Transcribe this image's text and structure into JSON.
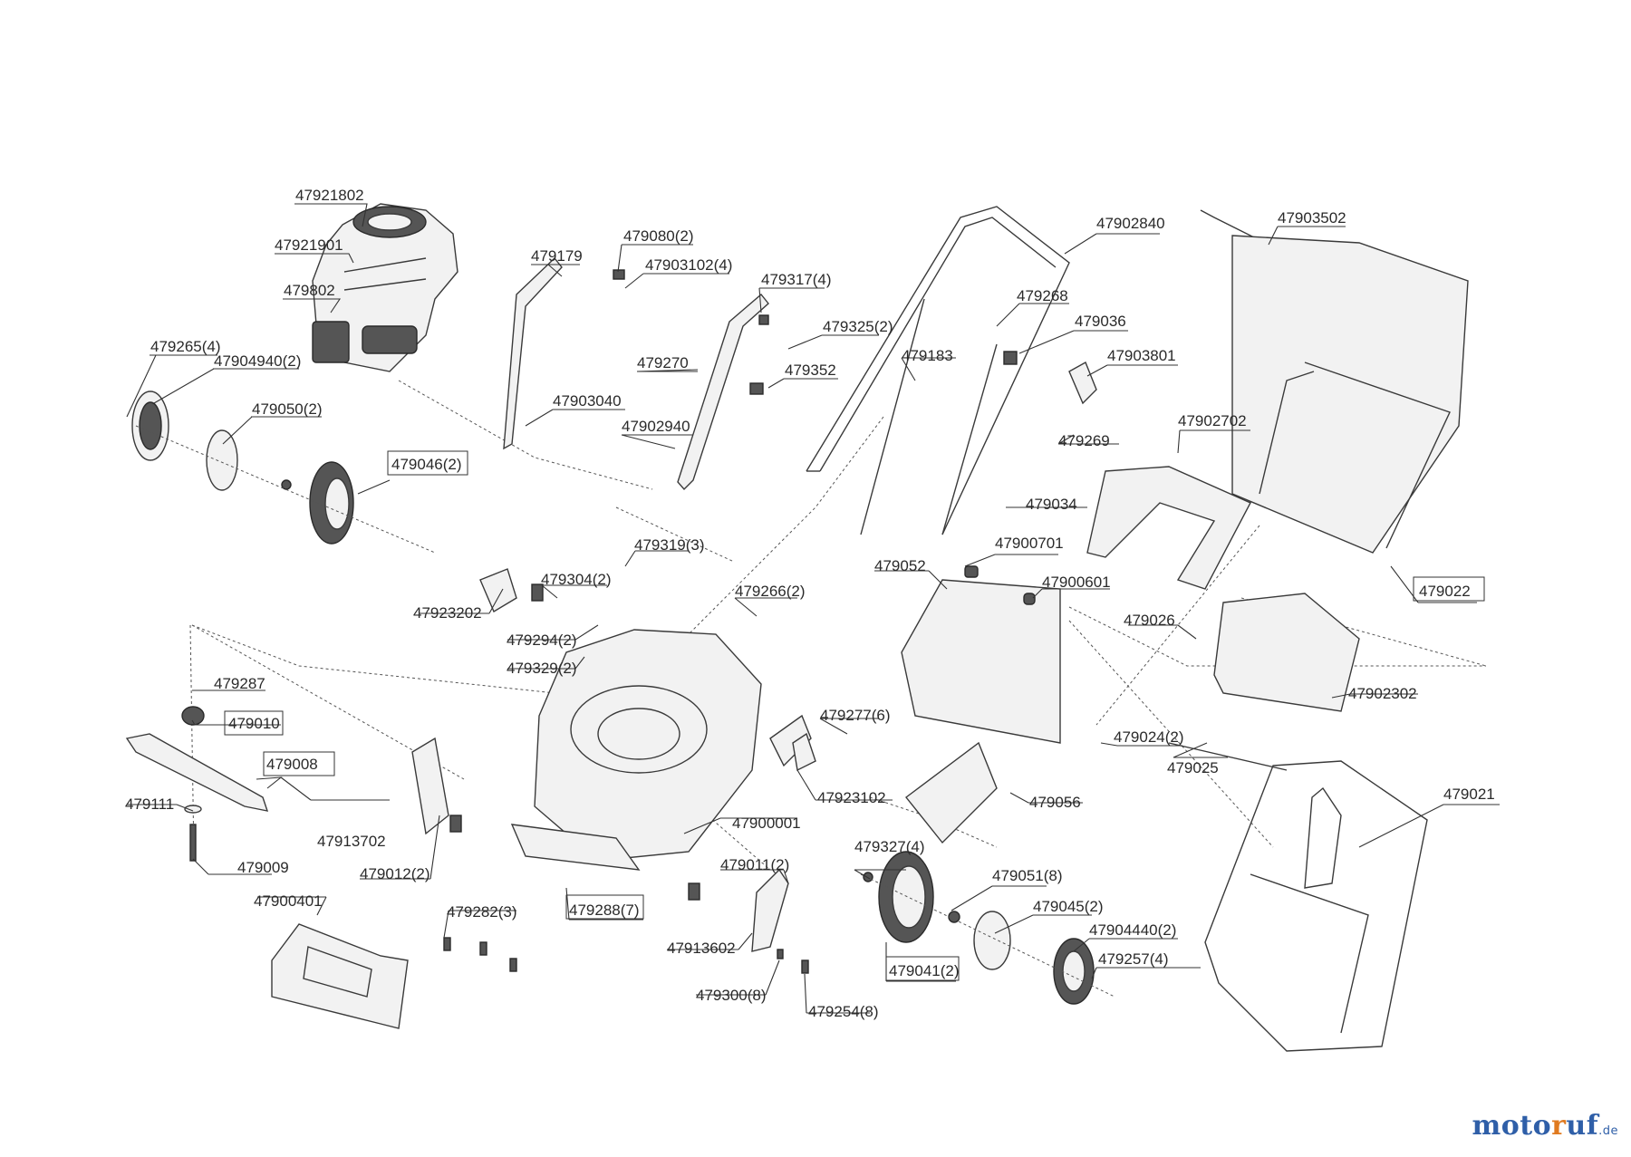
{
  "diagram": {
    "labels": [
      {
        "id": "l01",
        "text": "47921802"
      },
      {
        "id": "l02",
        "text": "47921901"
      },
      {
        "id": "l03",
        "text": "479802"
      },
      {
        "id": "l04",
        "text": "479265(4)"
      },
      {
        "id": "l05",
        "text": "47904940(2)"
      },
      {
        "id": "l06",
        "text": "479050(2)"
      },
      {
        "id": "l07",
        "text": "479046(2)"
      },
      {
        "id": "l08",
        "text": "479179"
      },
      {
        "id": "l09",
        "text": "479080(2)"
      },
      {
        "id": "l10",
        "text": "47903102(4)"
      },
      {
        "id": "l11",
        "text": "479317(4)"
      },
      {
        "id": "l12",
        "text": "479325(2)"
      },
      {
        "id": "l13",
        "text": "479270"
      },
      {
        "id": "l14",
        "text": "479352"
      },
      {
        "id": "l15",
        "text": "47903040"
      },
      {
        "id": "l16",
        "text": "47902940"
      },
      {
        "id": "l17",
        "text": "47902840"
      },
      {
        "id": "l18",
        "text": "47903502"
      },
      {
        "id": "l19",
        "text": "479268"
      },
      {
        "id": "l20",
        "text": "479036"
      },
      {
        "id": "l21",
        "text": "479183"
      },
      {
        "id": "l22",
        "text": "47903801"
      },
      {
        "id": "l23",
        "text": "479269"
      },
      {
        "id": "l24",
        "text": "47902702"
      },
      {
        "id": "l25",
        "text": "479034"
      },
      {
        "id": "l26",
        "text": "47900701"
      },
      {
        "id": "l27",
        "text": "479052"
      },
      {
        "id": "l28",
        "text": "47900601"
      },
      {
        "id": "l29",
        "text": "479022"
      },
      {
        "id": "l30",
        "text": "479319(3)"
      },
      {
        "id": "l31",
        "text": "479304(2)"
      },
      {
        "id": "l32",
        "text": "47923202"
      },
      {
        "id": "l33",
        "text": "479294(2)"
      },
      {
        "id": "l34",
        "text": "479329(2)"
      },
      {
        "id": "l35",
        "text": "479266(2)"
      },
      {
        "id": "l36",
        "text": "479026"
      },
      {
        "id": "l37",
        "text": "47902302"
      },
      {
        "id": "l38",
        "text": "479287"
      },
      {
        "id": "l39",
        "text": "479010"
      },
      {
        "id": "l40",
        "text": "479277(6)"
      },
      {
        "id": "l41",
        "text": "479024(2)"
      },
      {
        "id": "l42",
        "text": "479025"
      },
      {
        "id": "l43",
        "text": "479008"
      },
      {
        "id": "l44",
        "text": "47923102"
      },
      {
        "id": "l45",
        "text": "479056"
      },
      {
        "id": "l46",
        "text": "479021"
      },
      {
        "id": "l47",
        "text": "479111"
      },
      {
        "id": "l48",
        "text": "47913702"
      },
      {
        "id": "l49",
        "text": "47900001"
      },
      {
        "id": "l50",
        "text": "479009"
      },
      {
        "id": "l51",
        "text": "479012(2)"
      },
      {
        "id": "l52",
        "text": "479011(2)"
      },
      {
        "id": "l53",
        "text": "479327(4)"
      },
      {
        "id": "l54",
        "text": "479051(8)"
      },
      {
        "id": "l55",
        "text": "47900401"
      },
      {
        "id": "l56",
        "text": "479282(3)"
      },
      {
        "id": "l57",
        "text": "479288(7)"
      },
      {
        "id": "l58",
        "text": "479045(2)"
      },
      {
        "id": "l59",
        "text": "47904440(2)"
      },
      {
        "id": "l60",
        "text": "47913602"
      },
      {
        "id": "l61",
        "text": "479257(4)"
      },
      {
        "id": "l62",
        "text": "479041(2)"
      },
      {
        "id": "l63",
        "text": "479300(8)"
      },
      {
        "id": "l64",
        "text": "479254(8)"
      }
    ]
  },
  "logo": {
    "part1": "moto",
    "part2": "r",
    "part3": "uf",
    "suffix": ".de"
  }
}
